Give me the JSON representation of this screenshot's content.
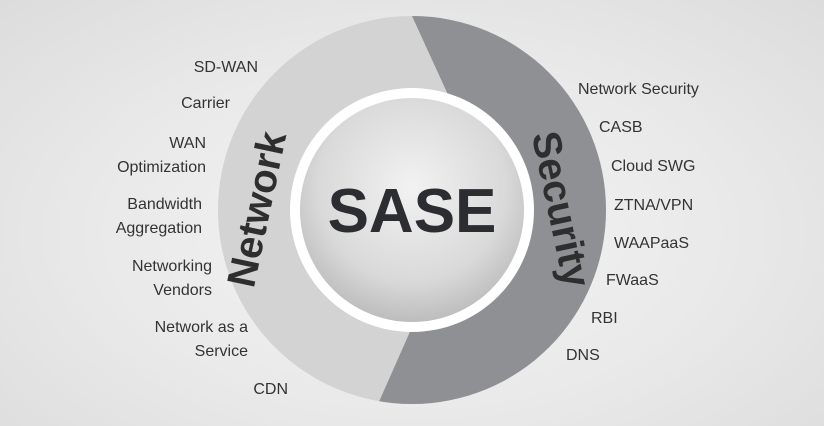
{
  "center": {
    "label": "SASE"
  },
  "network_arc": {
    "label": "Network",
    "color": "#d3d3d3"
  },
  "security_arc": {
    "label": "Security",
    "color": "#8e9093"
  },
  "network_items": [
    {
      "line1": "SD-WAN",
      "line2": ""
    },
    {
      "line1": "Carrier",
      "line2": ""
    },
    {
      "line1": "WAN",
      "line2": "Optimization"
    },
    {
      "line1": "Bandwidth",
      "line2": "Aggregation"
    },
    {
      "line1": "Networking",
      "line2": "Vendors"
    },
    {
      "line1": "Network as a",
      "line2": "Service"
    },
    {
      "line1": "CDN",
      "line2": ""
    }
  ],
  "security_items": [
    {
      "line1": "Network Security"
    },
    {
      "line1": "CASB"
    },
    {
      "line1": "Cloud SWG"
    },
    {
      "line1": "ZTNA/VPN"
    },
    {
      "line1": "WAAPaaS"
    },
    {
      "line1": "FWaaS"
    },
    {
      "line1": "RBI"
    },
    {
      "line1": "DNS"
    }
  ]
}
